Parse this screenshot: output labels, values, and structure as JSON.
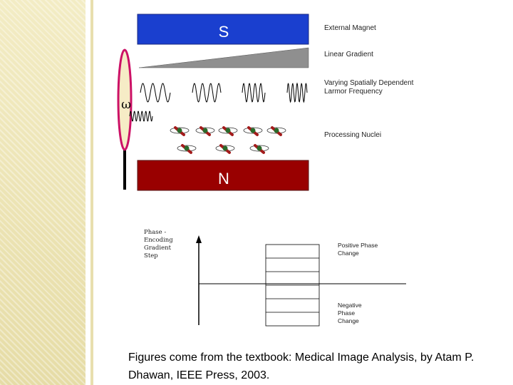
{
  "magnet": {
    "south_label": "S",
    "north_label": "N",
    "south_color": "#1a3fcf",
    "north_color": "#990000"
  },
  "omega_symbol": "ω",
  "labels": {
    "external_magnet": "External Magnet",
    "linear_gradient": "Linear Gradient",
    "larmor_frequency": "Varying Spatially Dependent\nLarmor Frequency",
    "processing_nuclei": "Processing Nuclei",
    "phase_encoding": "Phase -\nEncoding\nGradient\nStep",
    "positive_phase": "Positive Phase\nChange",
    "negative_phase": "Negative\nPhase\nChange"
  },
  "caption": "Figures come from the textbook: Medical Image Analysis, by Atam P. Dhawan, IEEE Press, 2003.",
  "colors": {
    "nucleus": "#a31b1b",
    "coil": "#cc1166",
    "gradient": "#888888"
  }
}
